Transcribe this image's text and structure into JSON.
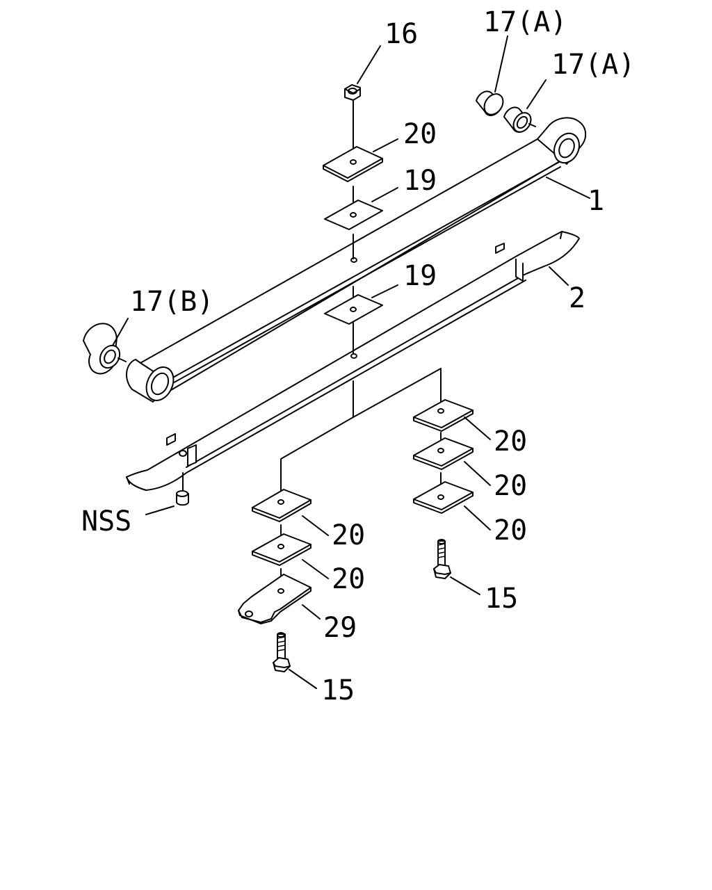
{
  "labels": {
    "p16": "16",
    "p17a_1": "17(A)",
    "p17a_2": "17(A)",
    "p20_top": "20",
    "p19_top": "19",
    "p1": "1",
    "p19_mid": "19",
    "p2": "2",
    "p17b": "17(B)",
    "p20_r1": "20",
    "p20_r2": "20",
    "p20_r3": "20",
    "p20_l1": "20",
    "p20_l2": "20",
    "pNSS": "NSS",
    "p29": "29",
    "p15_r": "15",
    "p15_l": "15"
  }
}
